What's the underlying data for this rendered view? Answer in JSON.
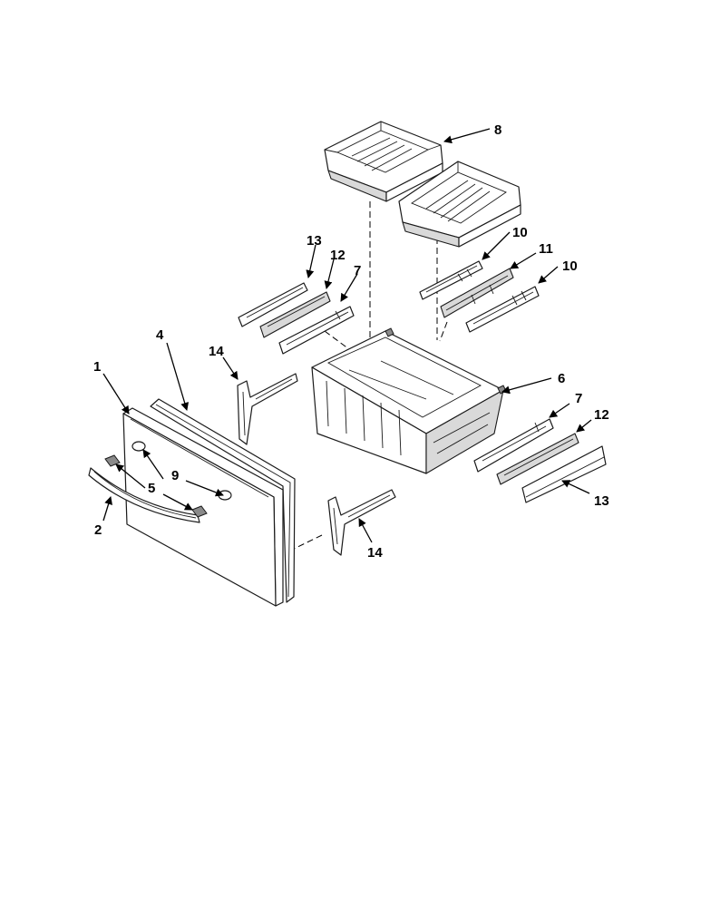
{
  "callouts": {
    "c1": "1",
    "c2": "2",
    "c4": "4",
    "c5": "5",
    "c6": "6",
    "c7a": "7",
    "c7b": "7",
    "c8": "8",
    "c9": "9",
    "c10a": "10",
    "c10b": "10",
    "c11": "11",
    "c12a": "12",
    "c12b": "12",
    "c13a": "13",
    "c13b": "13",
    "c14a": "14",
    "c14b": "14"
  },
  "colors": {
    "line": "#1a1a1a",
    "shade": "#d9d9d9",
    "background": "#ffffff"
  }
}
